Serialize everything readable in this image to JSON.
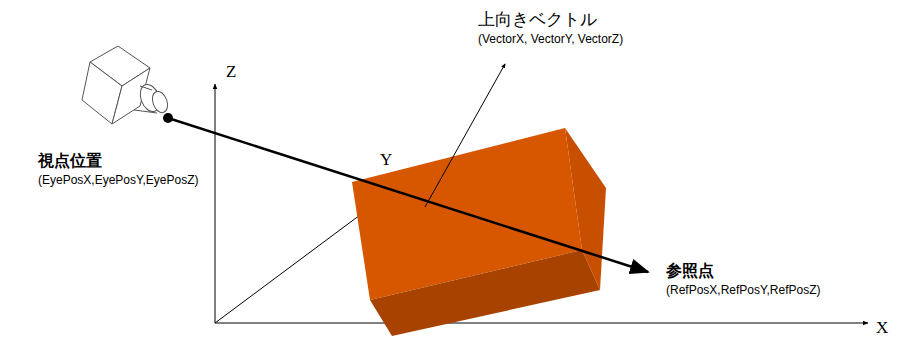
{
  "diagram": {
    "labels": [
      "上向きベクトル",
      "(VectorX, VectorY, VectorZ)",
      "視点位置",
      "(EyePosX,EyePosY,EyePosZ)",
      "参照点",
      "(RefPosX,RefPosY,RefPosZ)",
      "Z",
      "Y",
      "X"
    ]
  }
}
